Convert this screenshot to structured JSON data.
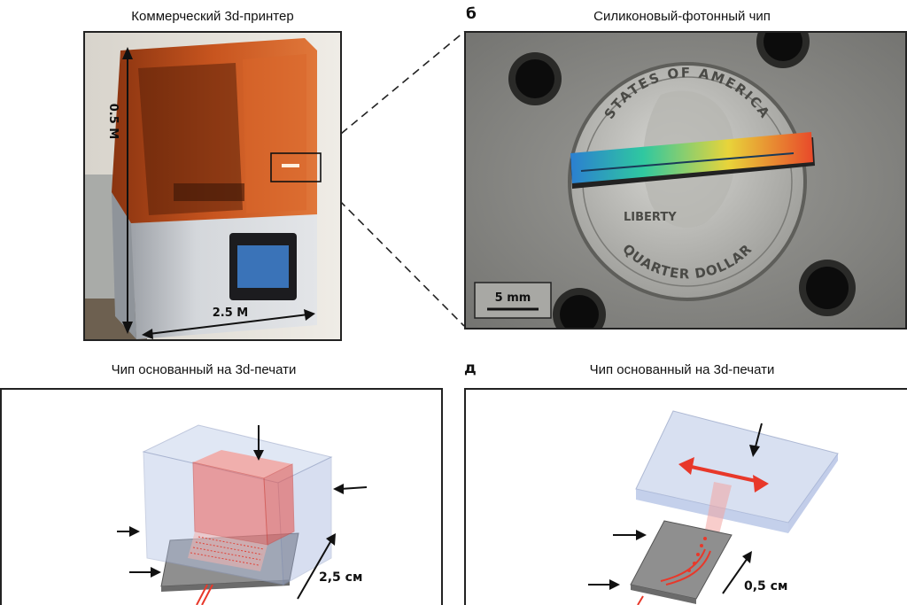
{
  "panel_a": {
    "title": "Коммерческий 3d-принтер",
    "height_label": "0.5 M",
    "width_label": "2.5 M"
  },
  "panel_b": {
    "letter": "б",
    "title": "Силиконовый-фотонный чип",
    "scale_label": "5 mm",
    "coin_top_text": "STATES OF AMERICA",
    "coin_liberty": "LIBERTY",
    "coin_bottom_text": "QUARTER DOLLAR"
  },
  "panel_c": {
    "title": "Чип основанный на 3d-печати",
    "dimension_label": "2,5 см"
  },
  "panel_d": {
    "letter": "д",
    "title": "Чип основанный на 3d-печати",
    "dimension_label": "0,5 см"
  },
  "colors": {
    "printer_cover": "#c8551f",
    "chip_gradient": [
      "#2b7fd1",
      "#2fc8a0",
      "#e8d43a",
      "#e8492a"
    ],
    "laser_red": "#e8382a"
  }
}
